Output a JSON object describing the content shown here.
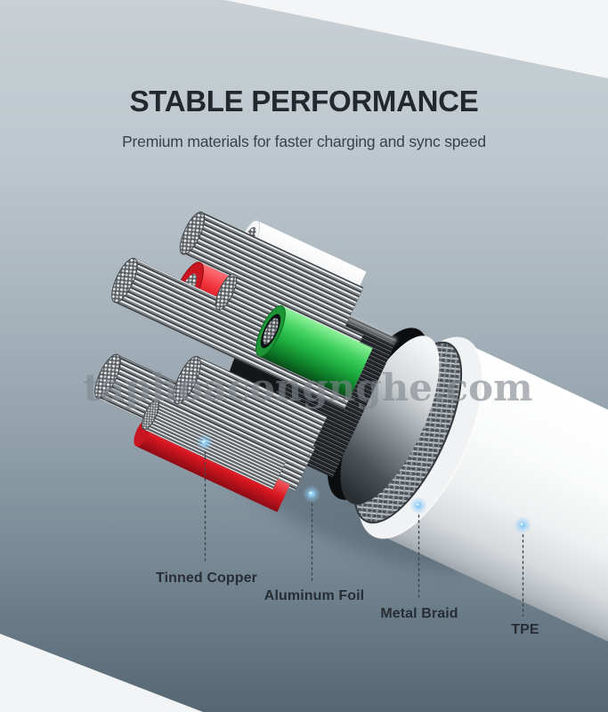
{
  "header": {
    "title": "STABLE PERFORMANCE",
    "subtitle": "Premium materials for faster charging and sync speed"
  },
  "watermark": {
    "text": "taphoacongnghe.com"
  },
  "callouts": [
    {
      "id": "tinned-copper",
      "label": "Tinned Copper"
    },
    {
      "id": "aluminum-foil",
      "label": "Aluminum Foil"
    },
    {
      "id": "metal-braid",
      "label": "Metal Braid"
    },
    {
      "id": "tpe",
      "label": "TPE"
    }
  ],
  "colors": {
    "background_top": "#c8d0d5",
    "background_bottom": "#566773",
    "highlight_wedge": "#f4f5f6",
    "accent_dot": "#8ecdf6",
    "wire_red": "#e8232e",
    "wire_green": "#2eb84c",
    "jacket_white": "#f0f2f3",
    "title_text": "#23282e"
  }
}
